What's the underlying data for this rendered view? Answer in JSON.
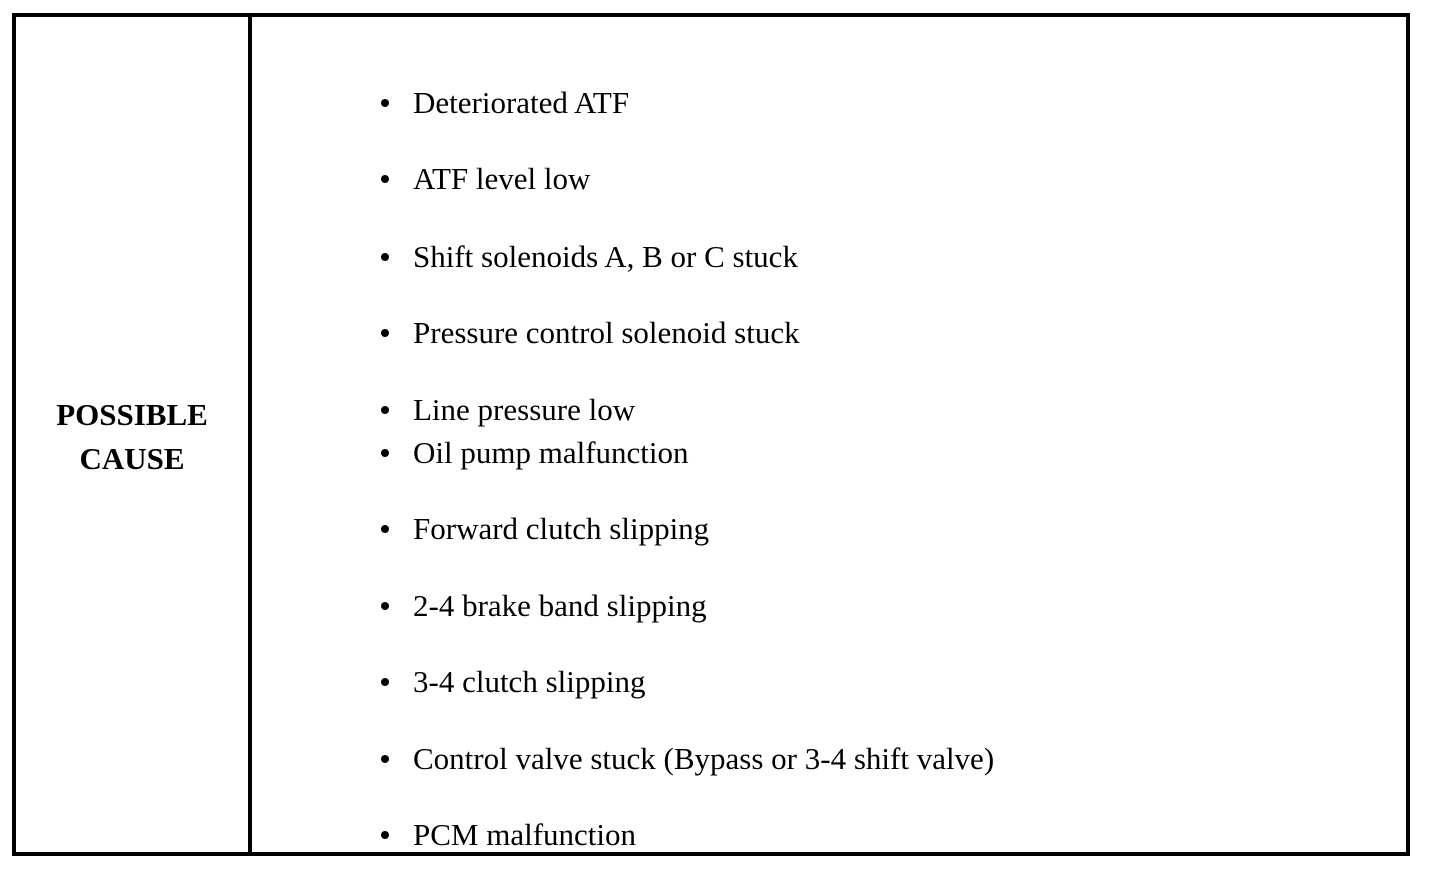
{
  "label": {
    "line1": "POSSIBLE",
    "line2": "CAUSE"
  },
  "causes": [
    "Deteriorated ATF",
    "ATF level low",
    "Shift solenoids A, B or C stuck",
    "Pressure control solenoid stuck",
    "Line pressure low",
    "Oil pump malfunction",
    "Forward clutch slipping",
    "2-4 brake band slipping",
    "3-4 clutch slipping",
    "Control valve stuck (Bypass or 3-4 shift valve)",
    "PCM malfunction"
  ]
}
